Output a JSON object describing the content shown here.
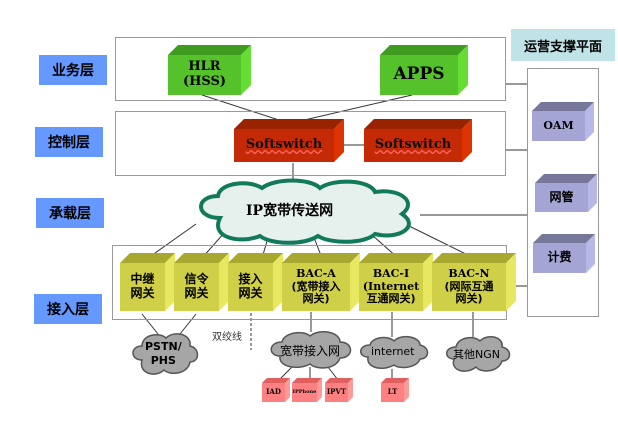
{
  "layers": [
    {
      "label": "业务层"
    },
    {
      "label": "控制层"
    },
    {
      "label": "承载层"
    },
    {
      "label": "接入层"
    }
  ],
  "ops_plane": {
    "title": "运营支撑平面",
    "items": [
      "OAM",
      "网管",
      "计费"
    ]
  },
  "service_layer": {
    "hlr": {
      "line1": "HLR",
      "line2": "(HSS)"
    },
    "apps": "APPS"
  },
  "control_layer": {
    "softswitch_1": "Softswitch",
    "softswitch_2": "Softswitch"
  },
  "bearer_layer": {
    "cloud": "IP宽带传送网"
  },
  "access_layer": {
    "gateways": [
      {
        "line1": "中继",
        "line2": "网关"
      },
      {
        "line1": "信令",
        "line2": "网关"
      },
      {
        "line1": "接入",
        "line2": "网关"
      },
      {
        "line1": "BAC-A",
        "line2": "(宽带接入",
        "line3": "网关)"
      },
      {
        "line1": "BAC-I",
        "line2": "(Internet",
        "line3": "互通网关)"
      },
      {
        "line1": "BAC-N",
        "line2": "(网际互通",
        "line3": "网关)"
      }
    ]
  },
  "networks": {
    "pstn": {
      "line1": "PSTN/",
      "line2": "PHS"
    },
    "twisted_pair": "双绞线",
    "broadband": "宽带接入网",
    "internet": "internet",
    "other_ngn": "其他NGN"
  },
  "terminals": [
    "IAD",
    "IPPhone",
    "IPVT",
    "LT"
  ],
  "colors": {
    "layer_label": "#6699ff",
    "ops_title_bg": "#bfe3e6",
    "service_box": "#5cc832",
    "control_box": "#cc2200",
    "gateway_box": "#d4d44a",
    "ops_box": "#a8a8d8",
    "cloud_grey": "#a6a6a6",
    "ip_cloud_border": "#117a5a",
    "terminal_box": "#ff8080"
  }
}
